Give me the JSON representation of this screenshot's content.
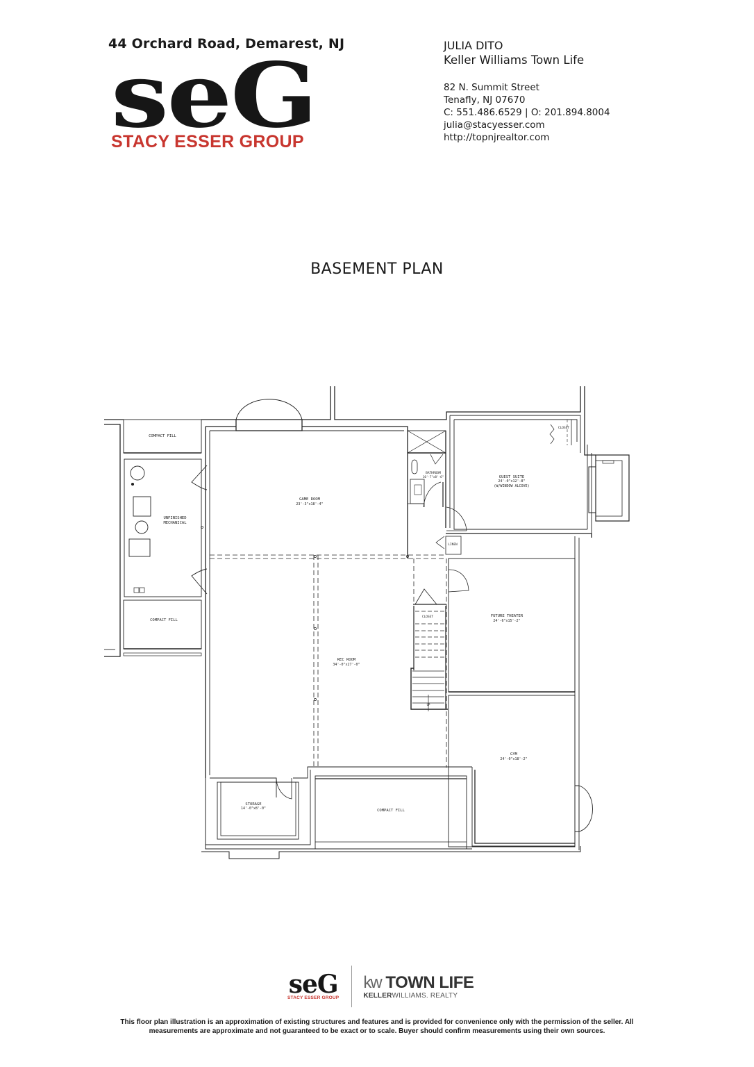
{
  "header": {
    "address": "44 Orchard Road, Demarest, NJ",
    "logo": {
      "mark": "seG",
      "subtitle": "STACY ESSER GROUP",
      "subtitle_color": "#c8362f"
    },
    "agent": {
      "name": "JULIA DITO",
      "brokerage": "Keller Williams Town Life",
      "street": "82 N. Summit Street",
      "city": "Tenafly, NJ 07670",
      "phones": "C: 551.486.6529 | O: 201.894.8004",
      "email": "julia@stacyesser.com",
      "website": "http://topnjrealtor.com"
    }
  },
  "plan": {
    "title": "BASEMENT PLAN",
    "rooms": [
      {
        "id": "compact-fill-top-left",
        "label": "COMPACT FILL",
        "dims": ""
      },
      {
        "id": "unfinished-mechanical",
        "label": "UNFINISHED",
        "label2": "MECHANICAL",
        "dims": ""
      },
      {
        "id": "compact-fill-mid-left",
        "label": "COMPACT FILL",
        "dims": ""
      },
      {
        "id": "game-room",
        "label": "GAME ROOM",
        "dims": "23'-3\"x18'-4\""
      },
      {
        "id": "bathroom",
        "label": "BATHROOM",
        "dims": "10'-7\"x8'-6\""
      },
      {
        "id": "guest-suite",
        "label": "GUEST SUITE",
        "dims": "24'-0\"x12'-8\"",
        "note": "(W/WINDOW ALCOVE)"
      },
      {
        "id": "closet-guest",
        "label": "CLOSET",
        "dims": ""
      },
      {
        "id": "linen",
        "label": "LINEN",
        "dims": ""
      },
      {
        "id": "closet-stair",
        "label": "CLOSET",
        "dims": ""
      },
      {
        "id": "future-theater",
        "label": "FUTURE THEATER",
        "dims": "24'-6\"x15'-2\""
      },
      {
        "id": "rec-room",
        "label": "REC ROOM",
        "dims": "34'-0\"x27'-0\""
      },
      {
        "id": "gym",
        "label": "GYM",
        "dims": "24'-0\"x18'-2\""
      },
      {
        "id": "storage",
        "label": "STORAGE",
        "dims": "14'-0\"x8'-0\""
      },
      {
        "id": "compact-fill-bottom",
        "label": "COMPACT FILL",
        "dims": ""
      }
    ],
    "stair_label": "UP"
  },
  "footer": {
    "seg_mark": "seG",
    "seg_sub": "STACY ESSER GROUP",
    "kw_mark": "kw",
    "kw_title": "TOWN LIFE",
    "kw_sub_bold": "KELLER",
    "kw_sub": "WILLIAMS. REALTY",
    "disclaimer_line1": "This floor plan illustration is an approximation of existing structures and features and is provided for convenience only with the permission of the seller. All",
    "disclaimer_line2": "measurements are approximate and not guaranteed to be exact or to scale. Buyer should confirm measurements using their own sources."
  }
}
